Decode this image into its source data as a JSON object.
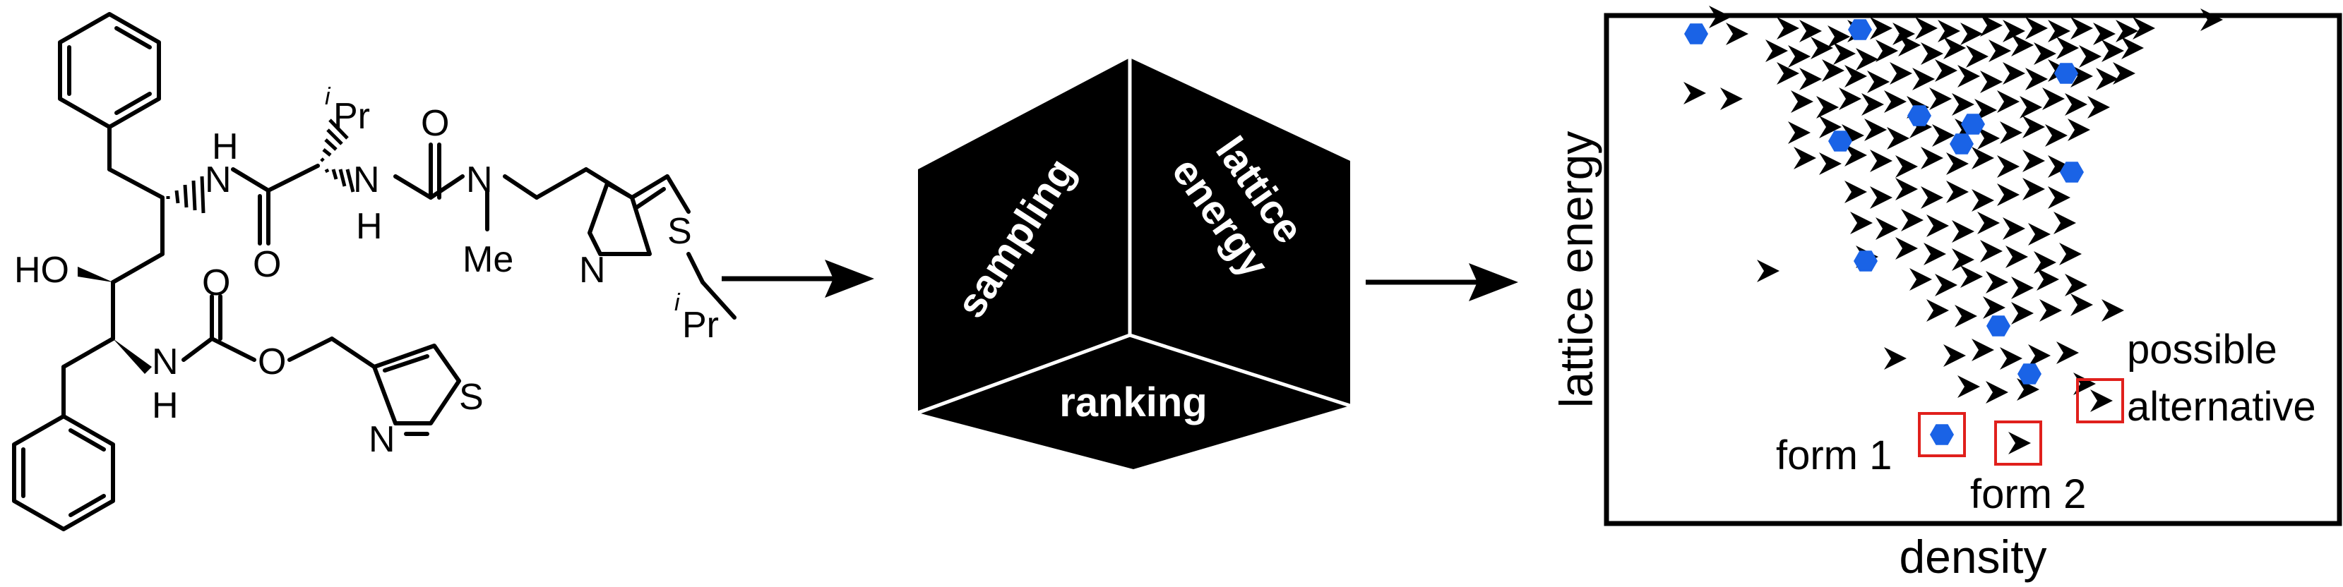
{
  "molecule": {
    "atoms": {
      "nh_top": "H",
      "n_top": "N",
      "ipr_top_sup": "i",
      "ipr_top": "Pr",
      "o_top": "O",
      "n_amide2": "N",
      "h_amide2": "H",
      "o_amide1": "O",
      "n_methyl": "N",
      "me": "Me",
      "s_thiazole1": "S",
      "n_thiazole1": "N",
      "ipr_right_sup": "i",
      "ipr_right": "Pr",
      "ho": "HO",
      "o_carbamate_top": "O",
      "n_carbamate": "N",
      "h_carbamate": "H",
      "o_ester": "O",
      "s_thiazole2": "S",
      "n_thiazole2": "N"
    }
  },
  "cube": {
    "left_face": "sampling",
    "right_face_line1": "lattice",
    "right_face_line2": "energy",
    "bottom_face": "ranking",
    "face_color": "#000000",
    "edge_color": "#ffffff"
  },
  "chart_data": {
    "type": "scatter",
    "xlabel": "density",
    "ylabel": "lattice energy",
    "grid": false,
    "series": [
      {
        "marker": "arrowhead",
        "color": "#000000",
        "points": [
          [
            2434,
            24
          ],
          [
            2458,
            48
          ],
          [
            2530,
            40
          ],
          [
            2562,
            44
          ],
          [
            2602,
            52
          ],
          [
            2630,
            44
          ],
          [
            2662,
            40
          ],
          [
            2694,
            48
          ],
          [
            2726,
            40
          ],
          [
            2758,
            44
          ],
          [
            2790,
            48
          ],
          [
            2818,
            36
          ],
          [
            2850,
            44
          ],
          [
            2882,
            40
          ],
          [
            2914,
            44
          ],
          [
            2946,
            40
          ],
          [
            2978,
            48
          ],
          [
            3010,
            44
          ],
          [
            3034,
            40
          ],
          [
            3130,
            28
          ],
          [
            2514,
            72
          ],
          [
            2546,
            80
          ],
          [
            2578,
            68
          ],
          [
            2610,
            76
          ],
          [
            2642,
            84
          ],
          [
            2670,
            72
          ],
          [
            2702,
            64
          ],
          [
            2734,
            76
          ],
          [
            2766,
            68
          ],
          [
            2798,
            80
          ],
          [
            2830,
            72
          ],
          [
            2862,
            64
          ],
          [
            2894,
            76
          ],
          [
            2926,
            68
          ],
          [
            2958,
            80
          ],
          [
            2990,
            72
          ],
          [
            3018,
            68
          ],
          [
            2398,
            132
          ],
          [
            2450,
            140
          ],
          [
            2530,
            104
          ],
          [
            2562,
            112
          ],
          [
            2594,
            100
          ],
          [
            2626,
            108
          ],
          [
            2658,
            116
          ],
          [
            2690,
            104
          ],
          [
            2722,
            112
          ],
          [
            2754,
            100
          ],
          [
            2786,
            108
          ],
          [
            2818,
            116
          ],
          [
            2850,
            104
          ],
          [
            2882,
            112
          ],
          [
            2914,
            100
          ],
          [
            2946,
            108
          ],
          [
            2982,
            112
          ],
          [
            3006,
            104
          ],
          [
            2550,
            144
          ],
          [
            2586,
            152
          ],
          [
            2618,
            140
          ],
          [
            2650,
            148
          ],
          [
            2682,
            144
          ],
          [
            2714,
            152
          ],
          [
            2746,
            140
          ],
          [
            2778,
            148
          ],
          [
            2810,
            156
          ],
          [
            2842,
            144
          ],
          [
            2874,
            152
          ],
          [
            2906,
            140
          ],
          [
            2938,
            148
          ],
          [
            2970,
            152
          ],
          [
            2546,
            188
          ],
          [
            2590,
            180
          ],
          [
            2622,
            192
          ],
          [
            2654,
            184
          ],
          [
            2686,
            196
          ],
          [
            2718,
            180
          ],
          [
            2750,
            192
          ],
          [
            2782,
            184
          ],
          [
            2814,
            196
          ],
          [
            2846,
            188
          ],
          [
            2878,
            180
          ],
          [
            2910,
            192
          ],
          [
            2942,
            184
          ],
          [
            2554,
            224
          ],
          [
            2590,
            232
          ],
          [
            2626,
            220
          ],
          [
            2662,
            228
          ],
          [
            2698,
            236
          ],
          [
            2734,
            224
          ],
          [
            2770,
            232
          ],
          [
            2806,
            224
          ],
          [
            2842,
            236
          ],
          [
            2878,
            228
          ],
          [
            2914,
            236
          ],
          [
            2626,
            272
          ],
          [
            2662,
            280
          ],
          [
            2698,
            268
          ],
          [
            2734,
            280
          ],
          [
            2770,
            272
          ],
          [
            2806,
            284
          ],
          [
            2842,
            276
          ],
          [
            2878,
            268
          ],
          [
            2914,
            280
          ],
          [
            2634,
            316
          ],
          [
            2670,
            324
          ],
          [
            2706,
            312
          ],
          [
            2742,
            320
          ],
          [
            2778,
            328
          ],
          [
            2814,
            316
          ],
          [
            2850,
            324
          ],
          [
            2886,
            332
          ],
          [
            2922,
            316
          ],
          [
            2502,
            384
          ],
          [
            2642,
            364
          ],
          [
            2698,
            352
          ],
          [
            2738,
            360
          ],
          [
            2778,
            368
          ],
          [
            2818,
            356
          ],
          [
            2854,
            364
          ],
          [
            2894,
            372
          ],
          [
            2930,
            360
          ],
          [
            2718,
            396
          ],
          [
            2754,
            404
          ],
          [
            2790,
            392
          ],
          [
            2826,
            400
          ],
          [
            2862,
            408
          ],
          [
            2898,
            396
          ],
          [
            2938,
            404
          ],
          [
            2742,
            440
          ],
          [
            2782,
            448
          ],
          [
            2822,
            436
          ],
          [
            2862,
            444
          ],
          [
            2902,
            440
          ],
          [
            2946,
            432
          ],
          [
            2990,
            440
          ],
          [
            2682,
            508
          ],
          [
            2766,
            504
          ],
          [
            2806,
            496
          ],
          [
            2846,
            508
          ],
          [
            2886,
            504
          ],
          [
            2926,
            500
          ],
          [
            2786,
            548
          ],
          [
            2826,
            556
          ],
          [
            2870,
            552
          ],
          [
            2950,
            544
          ],
          [
            2858,
            628
          ],
          [
            2974,
            568
          ]
        ]
      },
      {
        "marker": "hexagon",
        "color": "#1a63e6",
        "points": [
          [
            2402,
            48
          ],
          [
            2634,
            42
          ],
          [
            2926,
            104
          ],
          [
            2718,
            164
          ],
          [
            2794,
            176
          ],
          [
            2606,
            200
          ],
          [
            2778,
            204
          ],
          [
            2934,
            244
          ],
          [
            2642,
            370
          ],
          [
            2830,
            462
          ],
          [
            2874,
            530
          ],
          [
            2750,
            616
          ]
        ]
      }
    ],
    "annotations": [
      {
        "label": "form 1",
        "x": 2750,
        "y": 616
      },
      {
        "label": "form 2",
        "x": 2858,
        "y": 628
      },
      {
        "label": "possible alternative",
        "line1": "possible",
        "line2": "alternative",
        "x": 2974,
        "y": 568
      }
    ],
    "box_color": "#e0201c"
  }
}
